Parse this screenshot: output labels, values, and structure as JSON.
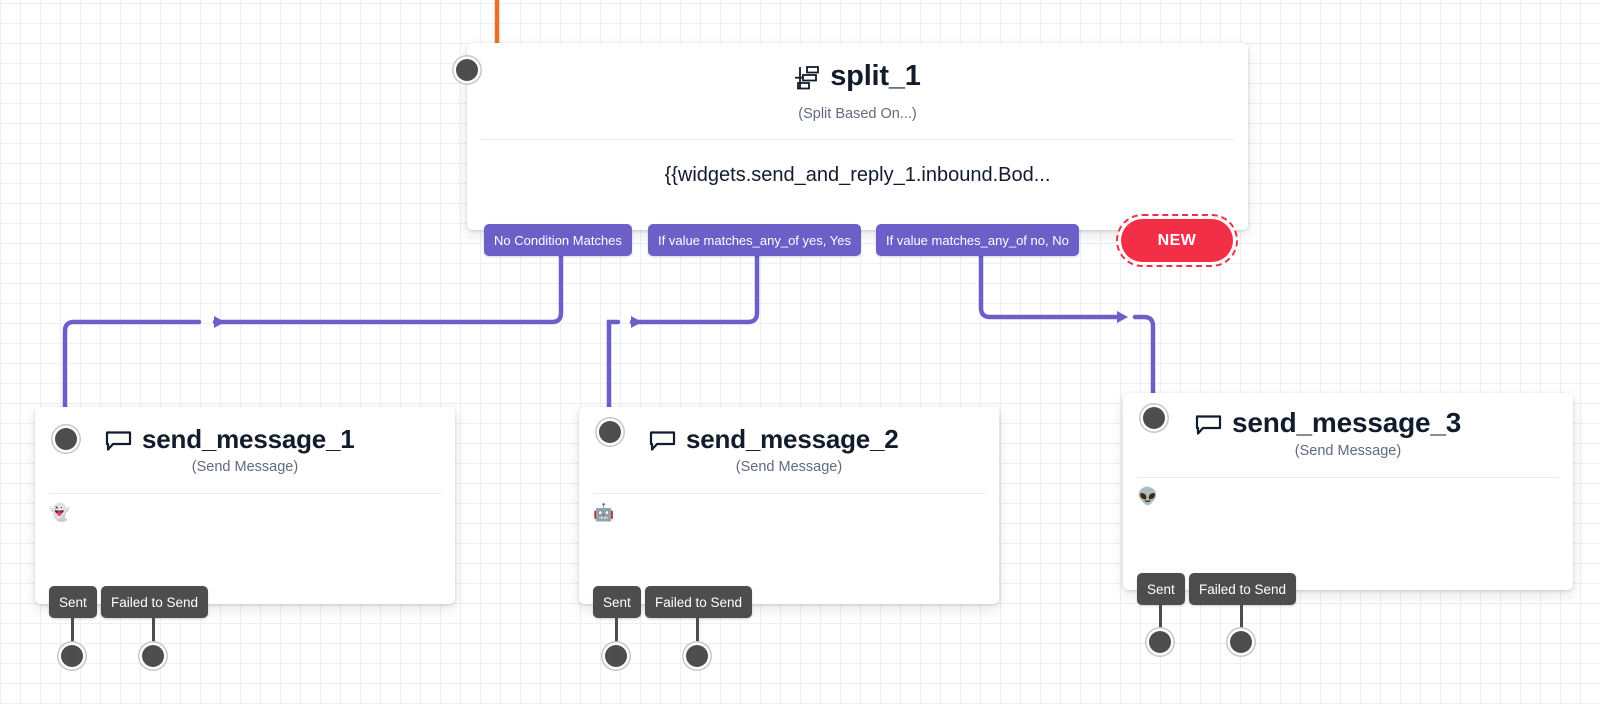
{
  "canvas": {
    "grid_color": "#e8f0fb",
    "background": "#ffffff"
  },
  "colors": {
    "condition_pill": "#6c5fc7",
    "edge": "#6c5fc7",
    "new_badge": "#f22f46",
    "output_pill": "#4d4d4d",
    "handle": "#4d4d4d",
    "incoming_edge": "#e8702a",
    "title_text": "#121c2d",
    "subtitle_text": "#606b7d"
  },
  "split_node": {
    "title": "split_1",
    "icon": "split-icon",
    "subtitle": "(Split Based On...)",
    "expression": "{{widgets.send_and_reply_1.inbound.Bod...",
    "conditions": [
      {
        "label": "No Condition Matches"
      },
      {
        "label": "If value matches_any_of yes, Yes"
      },
      {
        "label": "If value matches_any_of no, No"
      }
    ],
    "new_badge": "NEW"
  },
  "message_nodes": [
    {
      "title": "send_message_1",
      "icon": "chat-icon",
      "subtitle": "(Send Message)",
      "body": "👻",
      "outputs": [
        {
          "label": "Sent"
        },
        {
          "label": "Failed to Send"
        }
      ]
    },
    {
      "title": "send_message_2",
      "icon": "chat-icon",
      "subtitle": "(Send Message)",
      "body": "🤖",
      "outputs": [
        {
          "label": "Sent"
        },
        {
          "label": "Failed to Send"
        }
      ]
    },
    {
      "title": "send_message_3",
      "icon": "chat-icon",
      "subtitle": "(Send Message)",
      "body": "👽",
      "outputs": [
        {
          "label": "Sent"
        },
        {
          "label": "Failed to Send"
        }
      ]
    }
  ]
}
